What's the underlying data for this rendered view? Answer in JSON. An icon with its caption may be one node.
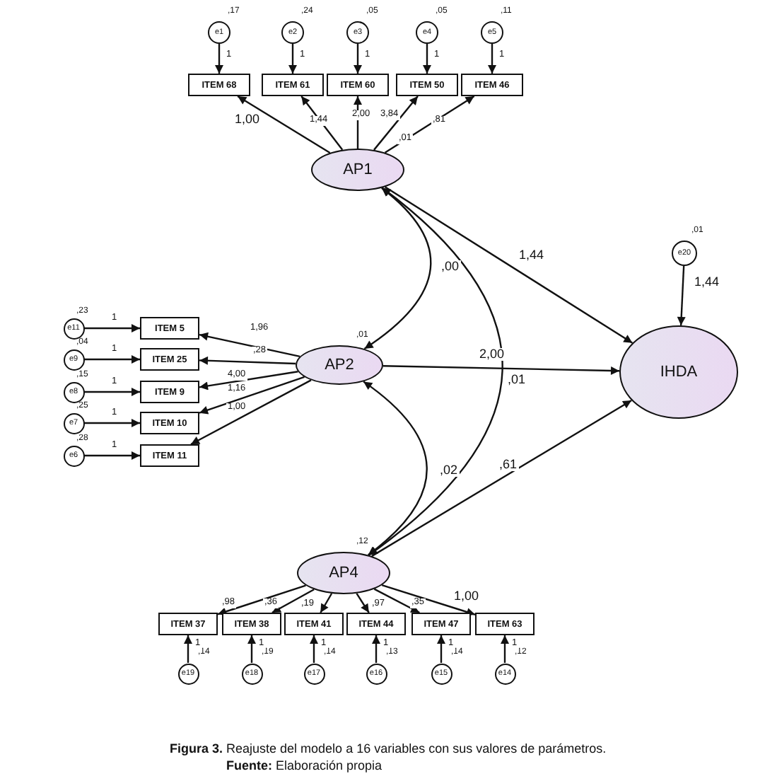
{
  "diagram": {
    "caption": "**Figura 3.** Reajuste del modelo a 16 variables con sus valores de parámetros.",
    "nodes": [
      {
        "text": [
          "e1"
        ],
        "beside": [
          ",17"
        ]
      },
      {
        "text": [
          "e2"
        ],
        "beside": [
          ",24"
        ]
      },
      {
        "text": [
          "e3"
        ],
        "beside": [
          ",05"
        ]
      },
      {
        "text": [
          "e4"
        ],
        "beside": [
          ",05"
        ]
      },
      {
        "text": [
          "e5"
        ],
        "beside": [
          ",11"
        ]
      },
      {
        "text": [
          "ITEM 68"
        ]
      },
      {
        "text": [
          "ITEM 61"
        ]
      },
      {
        "text": [
          "ITEM 60"
        ]
      },
      {
        "text": [
          "ITEM 50"
        ]
      },
      {
        "text": [
          "ITEM 46"
        ]
      },
      {
        "text": [
          "AP1"
        ],
        "beside": [
          ",01"
        ]
      },
      {
        "text": [
          "e20"
        ],
        "beside": [
          ",01"
        ]
      },
      {
        "text": [
          "e11"
        ],
        "beside": [
          ",23"
        ]
      },
      {
        "text": [
          "e9"
        ],
        "beside": [
          ",04"
        ]
      },
      {
        "text": [
          "e8"
        ],
        "beside": [
          ",15"
        ]
      },
      {
        "text": [
          "e7"
        ],
        "beside": [
          ",25"
        ]
      },
      {
        "text": [
          "e6"
        ],
        "beside": [
          ",28"
        ]
      },
      {
        "text": [
          "ITEM 5"
        ]
      },
      {
        "text": [
          "ITEM 25"
        ]
      },
      {
        "text": [
          "ITEM 9"
        ]
      },
      {
        "text": [
          "ITEM 10"
        ]
      },
      {
        "text": [
          "ITEM 11"
        ]
      },
      {
        "text": [
          "AP2"
        ],
        "beside": [
          ",01"
        ]
      },
      {
        "text": [
          "IHDA"
        ]
      },
      {
        "text": [
          "AP4"
        ],
        "beside": [
          ",12"
        ]
      },
      {
        "text": [
          "ITEM 37"
        ]
      },
      {
        "text": [
          "ITEM 38"
        ]
      },
      {
        "text": [
          "ITEM 41"
        ]
      },
      {
        "text": [
          "ITEM 44"
        ]
      },
      {
        "text": [
          "ITEM 47"
        ]
      },
      {
        "text": [
          "ITEM 63"
        ]
      },
      {
        "text": [
          "e19"
        ],
        "beside": [
          ",14"
        ]
      },
      {
        "text": [
          "e18"
        ],
        "beside": [
          ",19"
        ]
      },
      {
        "text": [
          "e17"
        ],
        "beside": [
          ",14"
        ]
      },
      {
        "text": [
          "e16"
        ],
        "beside": [
          ",13"
        ]
      },
      {
        "text": [
          "e15"
        ],
        "beside": [
          ",14"
        ]
      },
      {
        "text": [
          "e14"
        ],
        "beside": [
          ",12"
        ]
      }
    ],
    "edges": [
      {
        "from": 0,
        "to": 5,
        "arrow": "to",
        "label": "1"
      },
      {
        "from": 1,
        "to": 6,
        "arrow": "to",
        "label": "1"
      },
      {
        "from": 2,
        "to": 7,
        "arrow": "to",
        "label": "1"
      },
      {
        "from": 3,
        "to": 8,
        "arrow": "to",
        "label": "1"
      },
      {
        "from": 4,
        "to": 9,
        "arrow": "to",
        "label": "1"
      },
      {
        "from": 10,
        "to": 5,
        "arrow": "to",
        "label": "1,00"
      },
      {
        "from": 10,
        "to": 6,
        "arrow": "to",
        "label": "1,44"
      },
      {
        "from": 10,
        "to": 7,
        "arrow": "to",
        "label": "2,00"
      },
      {
        "from": 10,
        "to": 8,
        "arrow": "to",
        "label": "3,84"
      },
      {
        "from": 10,
        "to": 9,
        "arrow": "to",
        "label": ",81"
      },
      {
        "from": 12,
        "to": 17,
        "arrow": "to",
        "label": "1"
      },
      {
        "from": 13,
        "to": 18,
        "arrow": "to",
        "label": "1"
      },
      {
        "from": 14,
        "to": 19,
        "arrow": "to",
        "label": "1"
      },
      {
        "from": 15,
        "to": 20,
        "arrow": "to",
        "label": "1"
      },
      {
        "from": 16,
        "to": 21,
        "arrow": "to",
        "label": "1"
      },
      {
        "from": 22,
        "to": 17,
        "arrow": "to",
        "label": "1,96"
      },
      {
        "from": 22,
        "to": 18,
        "arrow": "to",
        "label": ",28"
      },
      {
        "from": 22,
        "to": 19,
        "arrow": "to",
        "label": "4,00"
      },
      {
        "from": 22,
        "to": 20,
        "arrow": "to",
        "label": "1,16"
      },
      {
        "from": 22,
        "to": 21,
        "arrow": "to",
        "label": "1,00"
      },
      {
        "from": 10,
        "to": 23,
        "arrow": "to",
        "label": "1,44"
      },
      {
        "from": 22,
        "to": 23,
        "arrow": "to",
        "label": "2,00"
      },
      {
        "from": 24,
        "to": 23,
        "arrow": "to",
        "label": ",61"
      },
      {
        "from": 11,
        "to": 23,
        "arrow": "to",
        "label": "1,44"
      },
      {
        "from": 10,
        "to": 22,
        "arrow": "both",
        "label": ",00"
      },
      {
        "from": 10,
        "to": 24,
        "arrow": "both",
        "label": ",01"
      },
      {
        "from": 22,
        "to": 24,
        "arrow": "both",
        "label": ",02"
      },
      {
        "from": 24,
        "to": 25,
        "arrow": "to",
        "label": ",98"
      },
      {
        "from": 24,
        "to": 26,
        "arrow": "to",
        "label": ",36"
      },
      {
        "from": 24,
        "to": 27,
        "arrow": "to",
        "label": ",19"
      },
      {
        "from": 24,
        "to": 28,
        "arrow": "to",
        "label": ",97"
      },
      {
        "from": 24,
        "to": 29,
        "arrow": "to",
        "label": ",35"
      },
      {
        "from": 24,
        "to": 30,
        "arrow": "to",
        "label": "1,00"
      },
      {
        "from": 31,
        "to": 25,
        "arrow": "to",
        "label": "1"
      },
      {
        "from": 32,
        "to": 26,
        "arrow": "to",
        "label": "1"
      },
      {
        "from": 33,
        "to": 27,
        "arrow": "to",
        "label": "1"
      },
      {
        "from": 34,
        "to": 28,
        "arrow": "to",
        "label": "1"
      },
      {
        "from": 35,
        "to": 29,
        "arrow": "to",
        "label": "1"
      },
      {
        "from": 36,
        "to": 30,
        "arrow": "to",
        "label": "1"
      }
    ],
    "labels": [
      "**Fuente:** Elaboración propia"
    ]
  }
}
